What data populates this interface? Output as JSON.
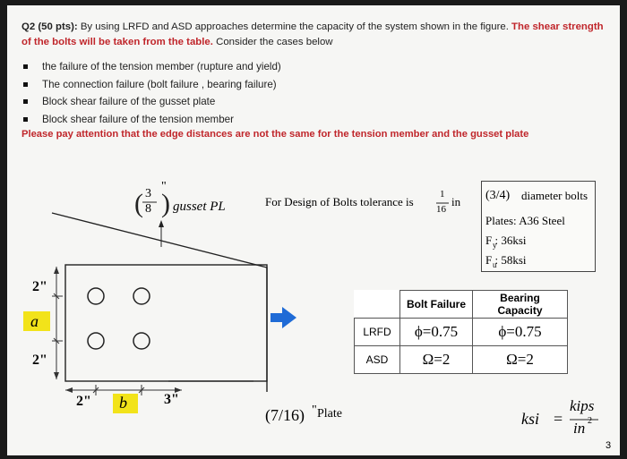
{
  "header": {
    "q_label": "Q2 (50 pts):",
    "q_text": " By using LRFD and ASD approaches determine the capacity of the system shown in the figure.",
    "q_red": " The shear strength of the bolts will be taken from the table.",
    "q_tail": " Consider the cases below"
  },
  "bullets": [
    "the failure of the tension member (rupture and yield)",
    "The connection failure (bolt failure , bearing failure)",
    "Block shear failure of the gusset plate",
    "Block shear failure of the tension member"
  ],
  "note": "Please pay attention that the edge distances are not the same for the tension member and the gusset plate",
  "figure": {
    "gusset_frac_num": "3",
    "gusset_frac_den": "8",
    "inch_mark": "\"",
    "gusset_label": "gusset PL",
    "tolerance_text": "For Design of Bolts tolerance is",
    "tol_num": "1",
    "tol_den": "16",
    "tol_unit": "in",
    "dim_left_top": "2\"",
    "dim_left_mid": "a",
    "dim_left_bottom": "2\"",
    "dim_bottom_left": "2\"",
    "dim_bottom_mid": "b",
    "dim_bottom_right": "3\"",
    "plate_frac": "(7/16)",
    "plate_label": "Plate",
    "ksi_label": "ksi",
    "ksi_eq": "=",
    "ksi_num": "kips",
    "ksi_den": "in",
    "ksi_den_exp": "2"
  },
  "specs": {
    "bolt_diam": "(3/4)",
    "bolt_diam_label": "diameter bolts",
    "plates": "Plates: A36 Steel",
    "fy": "F : 36ksi",
    "fu": "F : 58ksi",
    "fy_sub": "y",
    "fu_sub": "u"
  },
  "table": {
    "col1": "Bolt Failure",
    "col2": "Bearing Capacity",
    "row1_label": "LRFD",
    "row1_v1": "ϕ=0.75",
    "row1_v2": "ϕ=0.75",
    "row2_label": "ASD",
    "row2_v1": "Ω=2",
    "row2_v2": "Ω=2"
  },
  "page_number": "3",
  "colors": {
    "accent_red": "#c0262b",
    "arrow_blue": "#1f6bd6",
    "yellow_highlight": "#f2e31a"
  }
}
